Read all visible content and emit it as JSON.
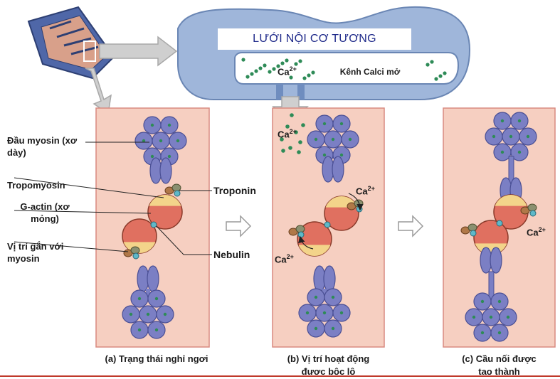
{
  "title": "LƯỚI NỘI CƠ TƯƠNG",
  "channel_label": "Kênh Calci mở",
  "ion": {
    "symbol": "Ca",
    "charge": "2+"
  },
  "labels": {
    "myosin_head": "Đầu myosin (xơ dày)",
    "tropomyosin": "Tropomyosin",
    "g_actin": "G-actin (xơ mỏng)",
    "binding_site": "Vị trí gắn với myosin",
    "troponin": "Troponin",
    "nebulin": "Nebulin"
  },
  "captions": {
    "a": "(a) Trạng thái nghỉ ngơi",
    "b_line1": "(b) Vị trí hoạt động",
    "b_line2": "được bộc lộ",
    "c_line1": "(c) Cầu nối được",
    "c_line2": "tạo thành"
  },
  "colors": {
    "panel_fill": "#f6cfc1",
    "panel_border": "#d98a80",
    "myosin": "#7b7fc4",
    "actin_red": "#e07060",
    "actin_yellow": "#f3d48a",
    "reticulum": "#9fb6da",
    "calcium_dot": "#2e8b57",
    "arrow": "#c8c8c8"
  }
}
